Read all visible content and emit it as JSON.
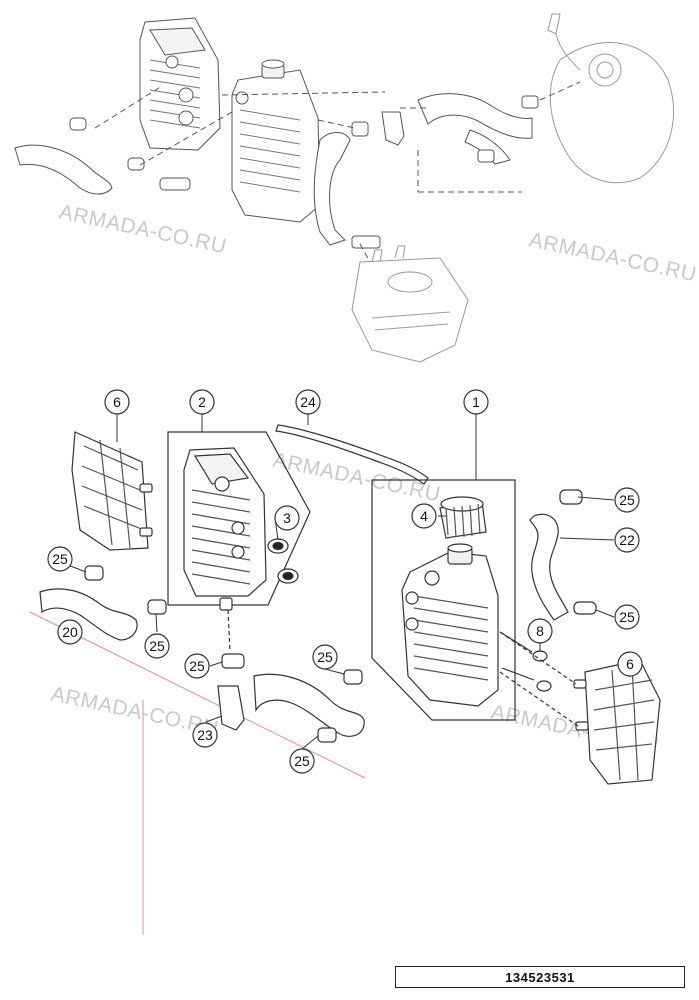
{
  "watermark": {
    "text": "ARMADA-CO.RU"
  },
  "callouts": {
    "c1": "1",
    "c2": "2",
    "c3": "3",
    "c4": "4",
    "c6a": "6",
    "c6b": "6",
    "c8": "8",
    "c20": "20",
    "c22": "22",
    "c23": "23",
    "c24": "24",
    "c25a": "25",
    "c25b": "25",
    "c25c": "25",
    "c25d": "25",
    "c25e": "25",
    "c25f": "25",
    "c25g": "25"
  },
  "document_number": "134523531",
  "colors": {
    "line": "#333333",
    "ghost": "#a8a8a8",
    "accent_line": "#e58a9a",
    "watermark": "#c9c9c9"
  }
}
